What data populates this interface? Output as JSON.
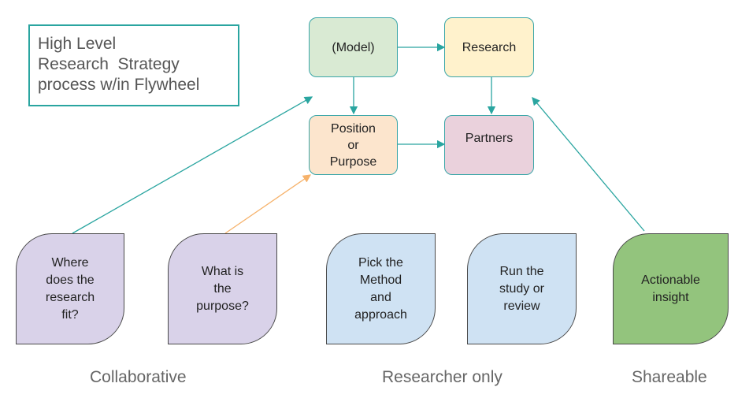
{
  "title": {
    "lines": [
      "High Level",
      "Research  Strategy",
      "process w/in Flywheel"
    ]
  },
  "flywheel": {
    "model": {
      "label": "(Model)",
      "color": "#d9ead3"
    },
    "research": {
      "label": "Research",
      "color": "#fff2cc"
    },
    "position": {
      "lines": [
        "Position",
        "or",
        "Purpose"
      ],
      "color": "#fce5cd"
    },
    "partners": {
      "label": "Partners",
      "color": "#ead1dc"
    }
  },
  "steps": [
    {
      "lines": [
        "Where",
        "does the",
        "research",
        "fit?"
      ],
      "color": "#d9d2e9"
    },
    {
      "lines": [
        "What is",
        "the",
        "purpose?"
      ],
      "color": "#d9d2e9"
    },
    {
      "lines": [
        "Pick the",
        "Method",
        "and",
        "approach"
      ],
      "color": "#cfe2f3"
    },
    {
      "lines": [
        "Run the",
        "study or",
        "review"
      ],
      "color": "#cfe2f3"
    },
    {
      "lines": [
        "Actionable",
        "insight"
      ],
      "color": "#93c47d"
    }
  ],
  "captions": {
    "collaborative": "Collaborative",
    "researcher_only": "Researcher only",
    "shareable": "Shareable"
  },
  "colors": {
    "teal": "#2aa5a0",
    "orange": "#f6b26b",
    "arrow_dark": "#3d85c6"
  }
}
